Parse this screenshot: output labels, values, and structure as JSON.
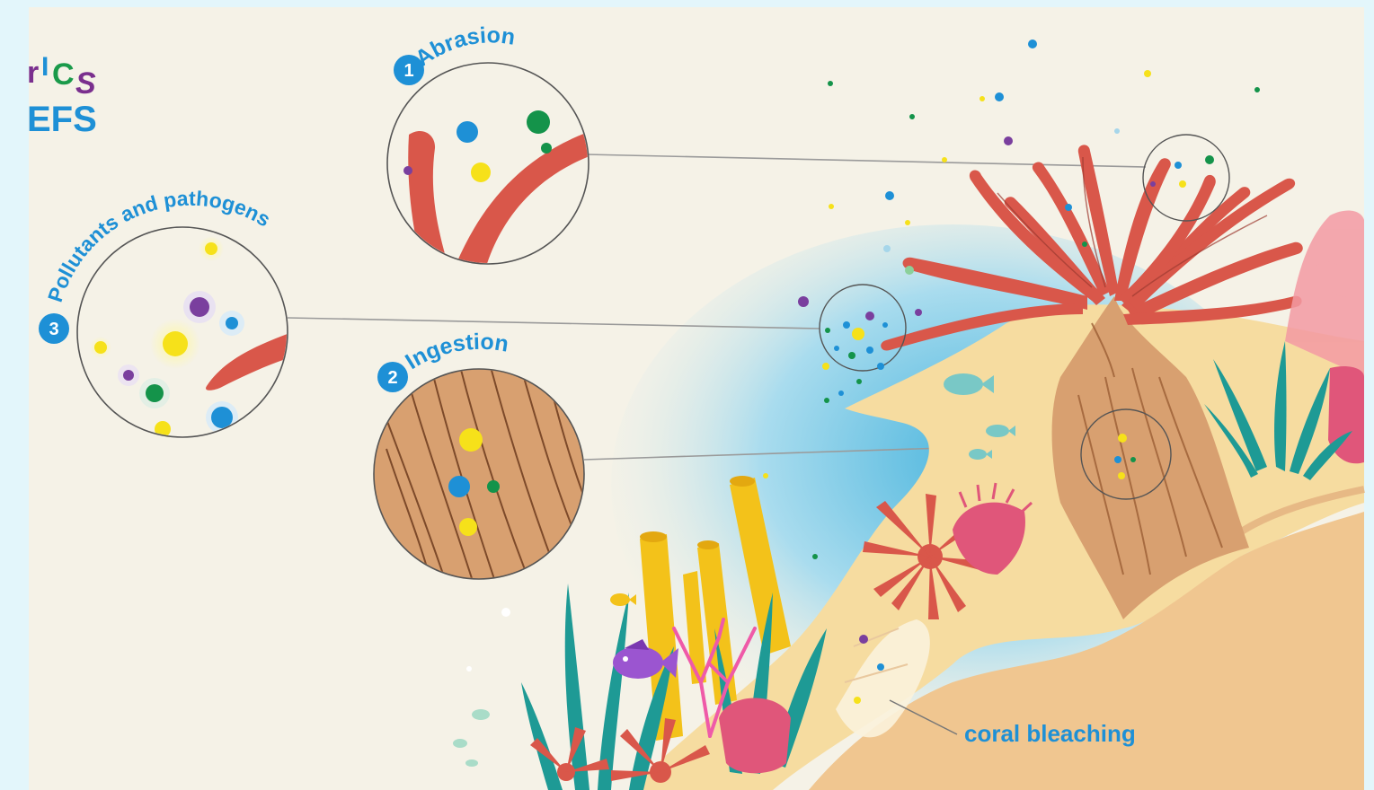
{
  "title_fragment": {
    "line1": [
      "r",
      "I",
      "C",
      "S"
    ],
    "line2": "EFS",
    "letter_colors": [
      "#7a2f8e",
      "#1e90d6",
      "#1a9a4a",
      "#7a2f8e"
    ]
  },
  "callouts": [
    {
      "number": "1",
      "label": "Abrasion"
    },
    {
      "number": "2",
      "label": "Ingestion"
    },
    {
      "number": "3",
      "label": "Pollutants and pathogens"
    }
  ],
  "annotation": "coral bleaching",
  "colors": {
    "accent": "#1e90d6",
    "background": "#f5f2e7",
    "frame": "#e3f6fb",
    "coral_red": "#d9574a",
    "coral_tan": "#d8a070",
    "particle_yellow": "#f6e11a",
    "particle_green": "#14934a",
    "particle_purple": "#7a3f9e",
    "particle_blue": "#1e90d6"
  }
}
